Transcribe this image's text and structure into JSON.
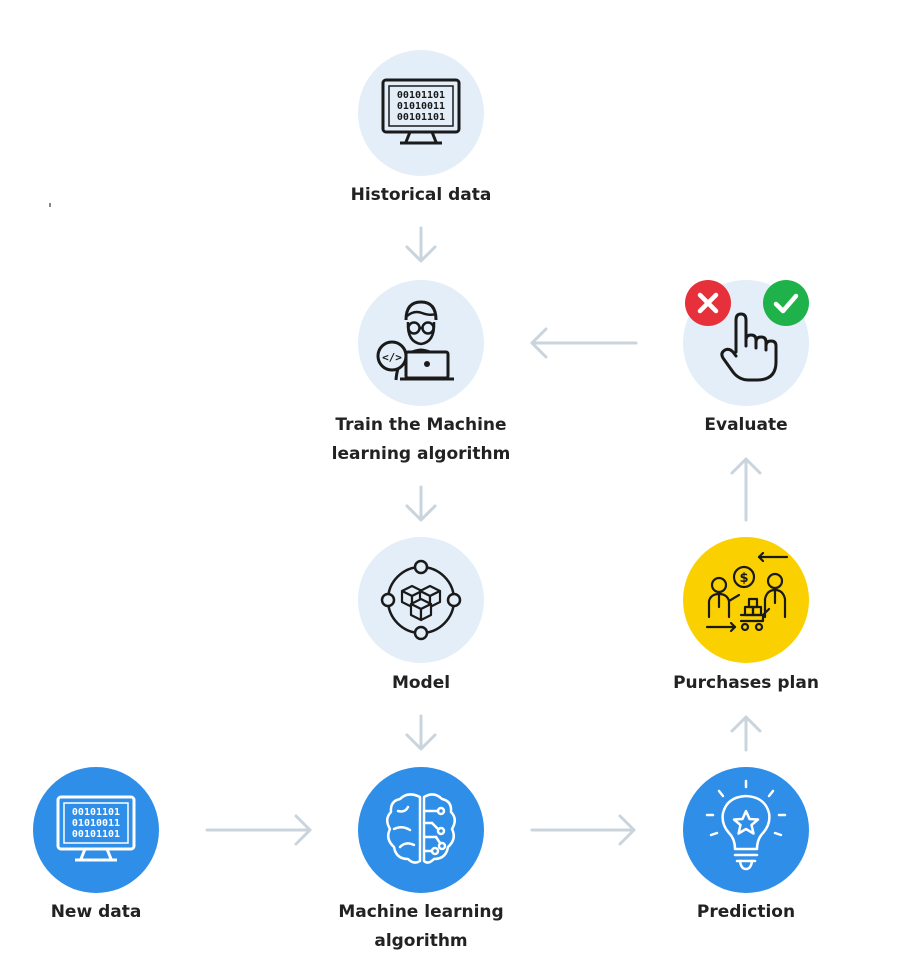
{
  "nodes": {
    "historical": {
      "label": "Historical data",
      "icon": "monitor-binary-icon",
      "binary": [
        "00101101",
        "01010011",
        "00101101"
      ]
    },
    "train": {
      "label_line1": "Train the Machine",
      "label_line2": "learning algorithm",
      "icon": "programmer-laptop-icon"
    },
    "model": {
      "label": "Model",
      "icon": "cubes-network-icon"
    },
    "ml": {
      "label_line1": "Machine learning",
      "label_line2": "algorithm",
      "icon": "brain-circuit-icon"
    },
    "newdata": {
      "label": "New data",
      "icon": "monitor-binary-icon",
      "binary": [
        "00101101",
        "01010011",
        "00101101"
      ]
    },
    "prediction": {
      "label": "Prediction",
      "icon": "lightbulb-star-icon"
    },
    "purchases": {
      "label": "Purchases plan",
      "icon": "purchase-deal-icon"
    },
    "evaluate": {
      "label": "Evaluate",
      "icon": "pointing-hand-icon"
    }
  },
  "colors": {
    "light": "#e3eef8",
    "blue": "#2e8ee8",
    "yellow": "#fbd000",
    "arrow": "#c9d4dc",
    "reject": "#e6303a",
    "accept": "#20b24a"
  }
}
